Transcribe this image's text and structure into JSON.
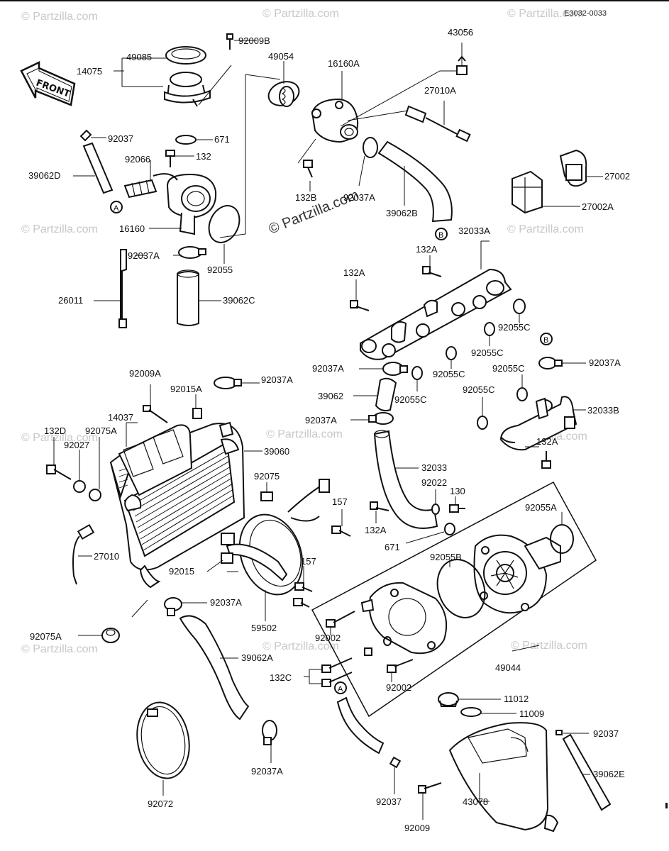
{
  "diagram_code": "E3032-0033",
  "front_label": "FRONT",
  "watermark": "© Partzilla.com",
  "watermark_center": "© Partzilla.com",
  "callout_a": "A",
  "callout_b": "B",
  "labels": {
    "p92009B": "92009B",
    "p43056": "43056",
    "p49085": "49085",
    "p49054": "49054",
    "p16160A": "16160A",
    "p14075": "14075",
    "p27010A": "27010A",
    "p92037_top": "92037",
    "p671_top": "671",
    "p92066": "92066",
    "p132": "132",
    "p39062D": "39062D",
    "p27002": "27002",
    "p27002A": "27002A",
    "p132B": "132B",
    "p92037A_top": "92037A",
    "p39062B": "39062B",
    "p16160": "16160",
    "p32033A": "32033A",
    "p132A_top": "132A",
    "p92037A_left": "92037A",
    "p92055": "92055",
    "p132A_mid": "132A",
    "p26011": "26011",
    "p39062C": "39062C",
    "p92055C_1": "92055C",
    "p92055C_2": "92055C",
    "p92037A_rail": "92037A",
    "p92055C_3": "92055C",
    "p92055C_4": "92055C",
    "p92037A_right": "92037A",
    "p92009A": "92009A",
    "p92037A_rad": "92037A",
    "p92015A": "92015A",
    "p39062": "39062",
    "p92055C_5": "92055C",
    "p92055C_6": "92055C",
    "p14037": "14037",
    "p92037A_hose": "92037A",
    "p32033B": "32033B",
    "p132D": "132D",
    "p92075A_top": "92075A",
    "p92027": "92027",
    "p39060": "39060",
    "p132A_right": "132A",
    "p32033": "32033",
    "p92075": "92075",
    "p92022": "92022",
    "p130": "130",
    "p157_top": "157",
    "p92055A": "92055A",
    "p132A_pump": "132A",
    "p27010": "27010",
    "p671_mid": "671",
    "p92055B": "92055B",
    "p92015": "92015",
    "p157_mid": "157",
    "p92037A_bottom": "92037A",
    "p59502": "59502",
    "p92002_top": "92002",
    "p92075A_bottom": "92075A",
    "p39062A": "39062A",
    "p49044": "49044",
    "p132C": "132C",
    "p92002_bottom": "92002",
    "p11012": "11012",
    "p11009": "11009",
    "p92037_right": "92037",
    "p39062E": "39062E",
    "p92037A_clamp": "92037A",
    "p92072": "92072",
    "p92037_bottom": "92037",
    "p43078": "43078",
    "p92009": "92009"
  }
}
